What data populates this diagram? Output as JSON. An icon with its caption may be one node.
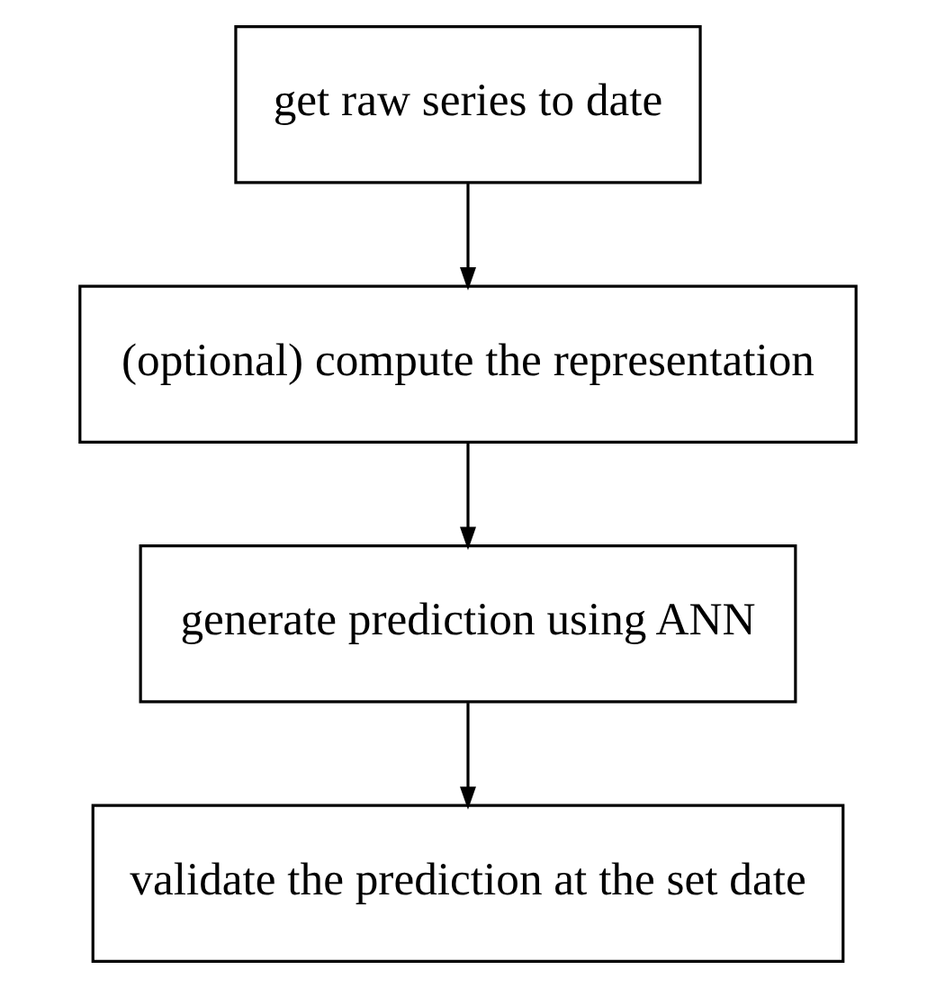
{
  "diagram": {
    "nodes": [
      {
        "text": [
          "get raw series to date"
        ]
      },
      {
        "text": [
          "(optional) compute the representation"
        ]
      },
      {
        "text": [
          "generate prediction using ANN"
        ]
      },
      {
        "text": [
          "validate the prediction at the set date"
        ]
      }
    ],
    "edges": [
      {
        "from": 0,
        "to": 1,
        "arrow": "to"
      },
      {
        "from": 1,
        "to": 2,
        "arrow": "to"
      },
      {
        "from": 2,
        "to": 3,
        "arrow": "to"
      }
    ]
  }
}
